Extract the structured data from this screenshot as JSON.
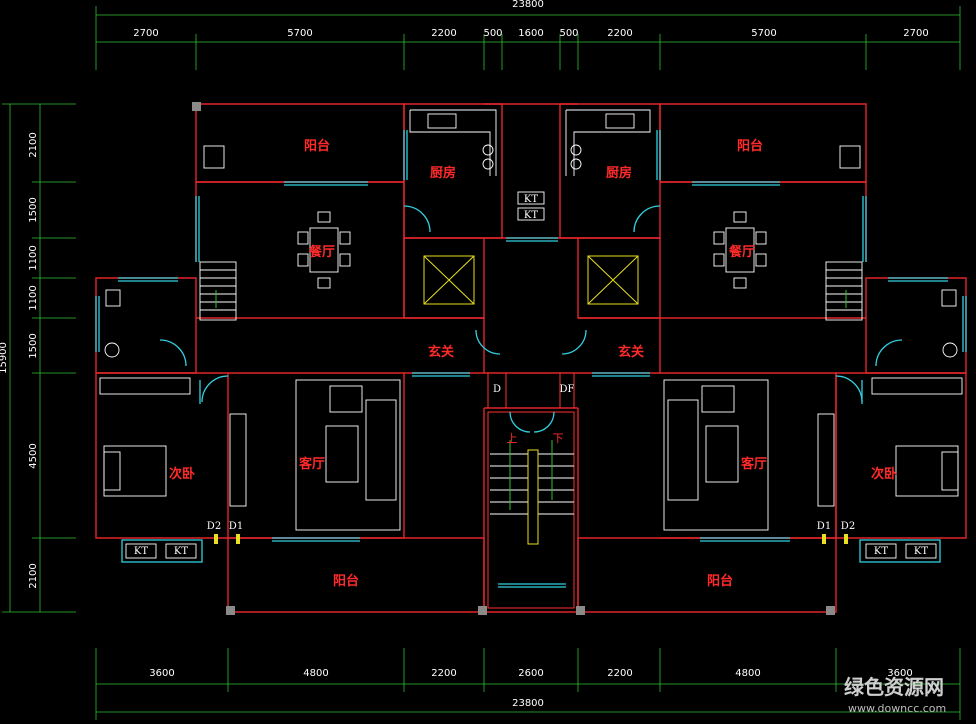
{
  "diagram": {
    "top_total": "23800",
    "top_dims": [
      "2700",
      "5700",
      "2200",
      "500",
      "1600",
      "500",
      "2200",
      "5700",
      "2700"
    ],
    "bottom_dims": [
      "3600",
      "4800",
      "2200",
      "2600",
      "2200",
      "4800",
      "3600"
    ],
    "bottom_total": "23800",
    "left_dims": [
      "2100",
      "1500",
      "1100",
      "1100",
      "1500",
      "4500",
      "2100"
    ],
    "left_total": "15900",
    "rooms": {
      "balcony": "阳台",
      "kitchen": "厨房",
      "dining": "餐厅",
      "foyer": "玄关",
      "living": "客厅",
      "bedroom": "次卧"
    },
    "stairs": {
      "up": "上",
      "down": "下"
    },
    "tags": {
      "d": "D",
      "df": "DF",
      "d1": "D1",
      "d2": "D2",
      "kt": "KT"
    }
  },
  "watermark": {
    "title": "绿色资源网",
    "url": "www.downcc.com"
  },
  "colors": {
    "wall": "#e0262b",
    "window": "#30d0e0",
    "dimension": "#30c030",
    "text": "#ffffff"
  }
}
